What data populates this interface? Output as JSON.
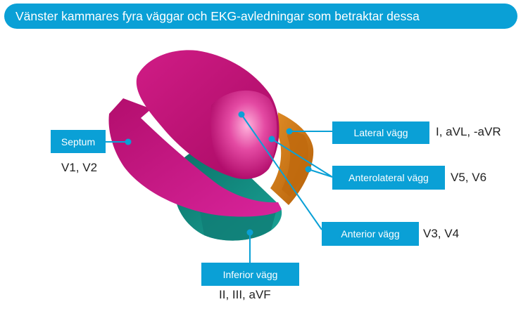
{
  "title": "Vänster kammares fyra väggar och EKG-avledningar som betraktar dessa",
  "walls": [
    {
      "id": "septum",
      "label": "Septum",
      "leads": "V1, V2"
    },
    {
      "id": "lateral",
      "label": "Lateral vägg",
      "leads": "I, aVL, -aVR"
    },
    {
      "id": "anterolateral",
      "label": "Anterolateral vägg",
      "leads": "V5, V6"
    },
    {
      "id": "anterior",
      "label": "Anterior vägg",
      "leads": "V3, V4"
    },
    {
      "id": "inferior",
      "label": "Inferior vägg",
      "leads": "II, III, aVF"
    }
  ],
  "colors": {
    "accent": "#0aa0d6",
    "magenta": "#c4117a",
    "teal": "#138f86",
    "orange": "#d07812"
  }
}
